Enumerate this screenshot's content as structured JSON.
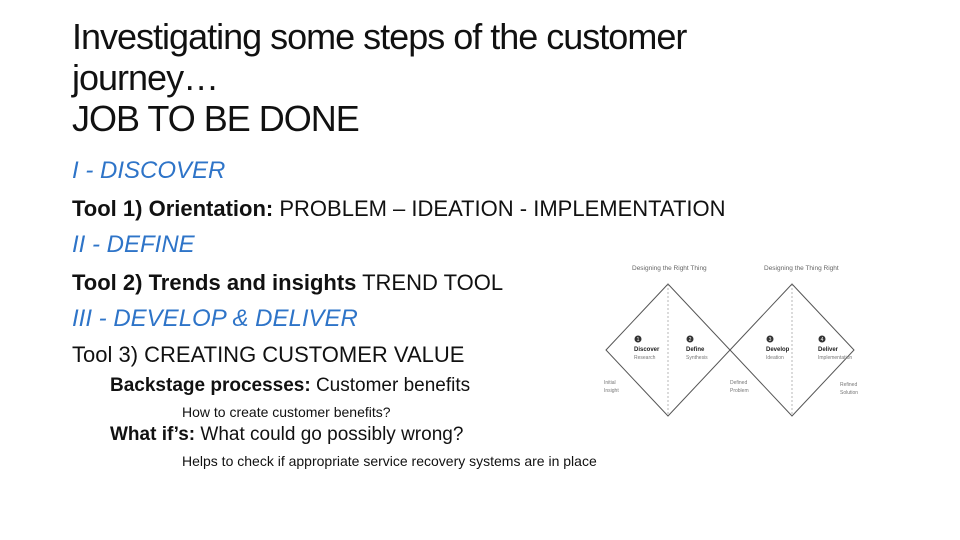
{
  "title": {
    "line1": "Investigating some steps of the customer",
    "line2": "journey…",
    "line3": "JOB TO BE DONE"
  },
  "sections": {
    "discover": "I - DISCOVER",
    "define": "II - DEFINE",
    "develop": "III - DEVELOP & DELIVER"
  },
  "tools": {
    "tool1_bold": "Tool 1) Orientation:",
    "tool1_rest": " PROBLEM – IDEATION - IMPLEMENTATION",
    "tool2_bold": "Tool 2) Trends and insights",
    "tool2_rest": " TREND TOOL",
    "tool3_text": "Tool 3) CREATING CUSTOMER VALUE"
  },
  "backstage": {
    "bold": "Backstage processes:",
    "rest": " Customer benefits",
    "note": "How to create customer benefits?"
  },
  "whatif": {
    "bold": "What if’s:",
    "rest": " What could go possibly wrong?",
    "note": "Helps to check if appropriate service recovery systems are in place"
  },
  "diagram": {
    "header_left": "Designing the Right Thing",
    "header_right": "Designing the Thing Right",
    "stages": [
      {
        "num": "1",
        "title": "Discover",
        "sub": "Research"
      },
      {
        "num": "2",
        "title": "Define",
        "sub": "Synthesis"
      },
      {
        "num": "3",
        "title": "Develop",
        "sub": "Ideation"
      },
      {
        "num": "4",
        "title": "Deliver",
        "sub": "Implementation"
      }
    ],
    "left_label_1": "Initial",
    "left_label_2": "Insight",
    "mid_label_1": "Defined",
    "mid_label_2": "Problem",
    "right_label_1": "Refined",
    "right_label_2": "Solution",
    "line_color": "#555555"
  }
}
